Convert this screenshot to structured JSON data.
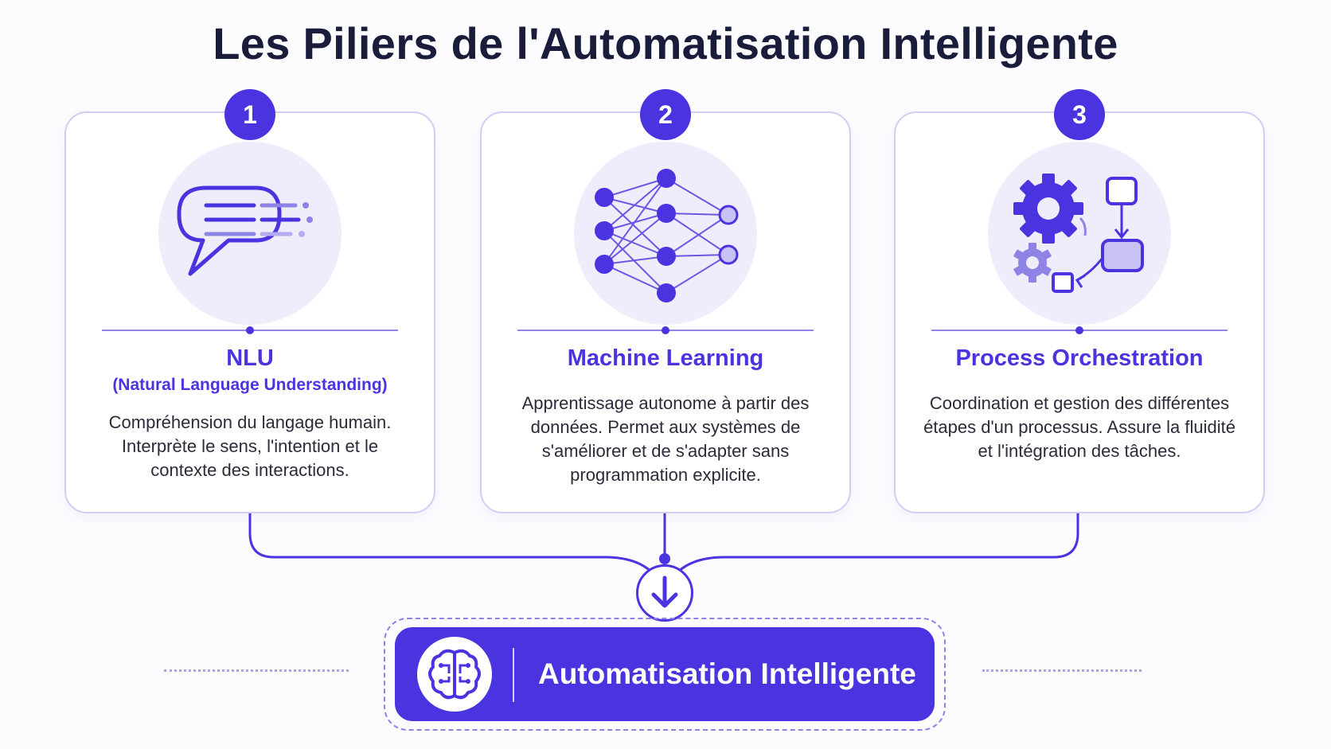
{
  "title": "Les Piliers de l'Automatisation Intelligente",
  "colors": {
    "accent": "#4a34e0",
    "accent_light": "#efedfb",
    "card_border": "#d2cdf3",
    "title_text": "#1a1c3b",
    "body_text": "#2b2b3a"
  },
  "pillars": [
    {
      "number": "1",
      "icon": "chat-bubble-icon",
      "title": "NLU",
      "subtitle": "(Natural Language Understanding)",
      "description": "Compréhension du langage humain. Interprète le sens, l'intention et le contexte des interactions."
    },
    {
      "number": "2",
      "icon": "neural-network-icon",
      "title": "Machine Learning",
      "subtitle": "",
      "description": "Apprentissage autonome à partir des données. Permet aux systèmes de s'améliorer et de s'adapter sans programmation explicite."
    },
    {
      "number": "3",
      "icon": "gear-flowchart-icon",
      "title": "Process Orchestration",
      "subtitle": "",
      "description": "Coordination et gestion des différentes étapes d'un processus. Assure la fluidité et l'intégration des tâches."
    }
  ],
  "result": {
    "icon": "brain-icon",
    "label": "Automatisation Intelligente"
  }
}
